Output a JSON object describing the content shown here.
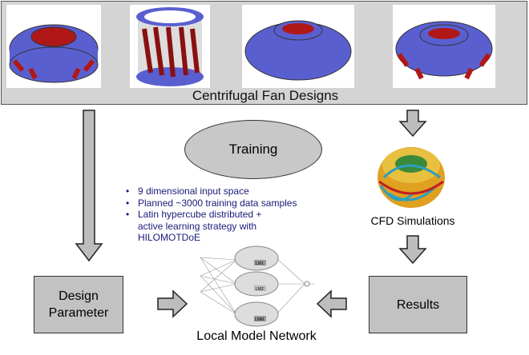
{
  "top_panel": {
    "caption": "Centrifugal Fan Designs"
  },
  "training": {
    "label": "Training"
  },
  "bullets": [
    "9 dimensional input space",
    "Planned ~3000 training data samples",
    "Latin hypercube distributed + active learning strategy with HILOMOTDoE"
  ],
  "cfd": {
    "label": "CFD Simulations"
  },
  "design_parameter": {
    "line1": "Design",
    "line2": "Parameter"
  },
  "results": {
    "label": "Results"
  },
  "local_model_network": {
    "label": "Local Model Network",
    "models": [
      "LM1",
      "LM2",
      "LMM"
    ]
  },
  "colors": {
    "fan_blue": "#5a5fd0",
    "fan_red": "#b01818",
    "arrow_fill": "#bdbdbd",
    "bullet_text": "#1a1a7a"
  }
}
